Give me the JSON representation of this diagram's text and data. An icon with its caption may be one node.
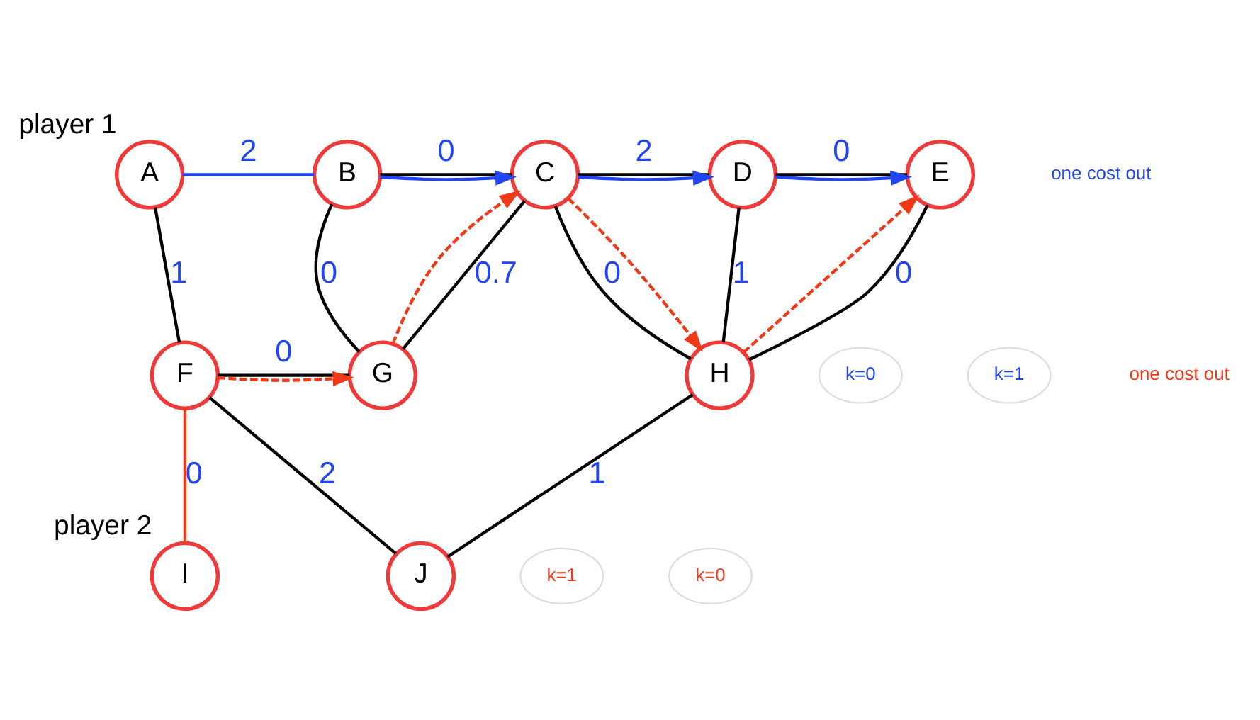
{
  "diagram": {
    "nodes": [
      {
        "text": [
          "A"
        ],
        "beside": [
          "player 1"
        ]
      },
      {
        "text": [
          "B"
        ]
      },
      {
        "text": [
          "C"
        ]
      },
      {
        "text": [
          "D"
        ]
      },
      {
        "text": [
          "E"
        ]
      },
      {
        "text": [
          "F"
        ]
      },
      {
        "text": [
          "G"
        ]
      },
      {
        "text": [
          "H"
        ]
      },
      {
        "text": [
          "I"
        ],
        "beside": [
          "player 2"
        ]
      },
      {
        "text": [
          "J"
        ]
      },
      {
        "text": [
          "k=0"
        ]
      },
      {
        "text": [
          "k=1"
        ]
      },
      {
        "text": [
          "k=1"
        ]
      },
      {
        "text": [
          "k=0"
        ]
      }
    ],
    "edges": [
      {
        "from": 0,
        "to": 1,
        "label": "2",
        "arrow": "none",
        "color": "#1f45f5"
      },
      {
        "from": 1,
        "to": 2,
        "label": "0",
        "arrow": "none"
      },
      {
        "from": 1,
        "to": 2,
        "arrow": "to",
        "color": "#1f45f5"
      },
      {
        "from": 2,
        "to": 3,
        "label": "2",
        "arrow": "none"
      },
      {
        "from": 2,
        "to": 3,
        "arrow": "to",
        "color": "#1f45f5"
      },
      {
        "from": 3,
        "to": 4,
        "label": "0",
        "arrow": "none"
      },
      {
        "from": 3,
        "to": 4,
        "arrow": "to",
        "color": "#1f45f5"
      },
      {
        "from": 0,
        "to": 5,
        "label": "1",
        "arrow": "none"
      },
      {
        "from": 1,
        "to": 6,
        "label": "0",
        "arrow": "none"
      },
      {
        "from": 6,
        "to": 2,
        "label": "0.7",
        "arrow": "none"
      },
      {
        "from": 2,
        "to": 7,
        "label": "0",
        "arrow": "none"
      },
      {
        "from": 3,
        "to": 7,
        "label": "1",
        "arrow": "none"
      },
      {
        "from": 7,
        "to": 4,
        "label": "0",
        "arrow": "none"
      },
      {
        "from": 5,
        "to": 6,
        "label": "0",
        "arrow": "none"
      },
      {
        "from": 8,
        "to": 5,
        "label": "0",
        "arrow": "none",
        "color": "#f03a17"
      },
      {
        "from": 5,
        "to": 9,
        "label": "2",
        "arrow": "none"
      },
      {
        "from": 9,
        "to": 7,
        "label": "1",
        "arrow": "none"
      },
      {
        "from": 5,
        "to": 6,
        "arrow": "to",
        "style": "dashed",
        "color": "#f03a17"
      },
      {
        "from": 6,
        "to": 2,
        "arrow": "to",
        "style": "dashed",
        "color": "#f03a17"
      },
      {
        "from": 2,
        "to": 7,
        "arrow": "to",
        "style": "dashed",
        "color": "#f03a17"
      },
      {
        "from": 7,
        "to": 4,
        "arrow": "to",
        "style": "dashed",
        "color": "#f03a17"
      }
    ],
    "labels": [
      "one cost out",
      "one cost out"
    ]
  }
}
